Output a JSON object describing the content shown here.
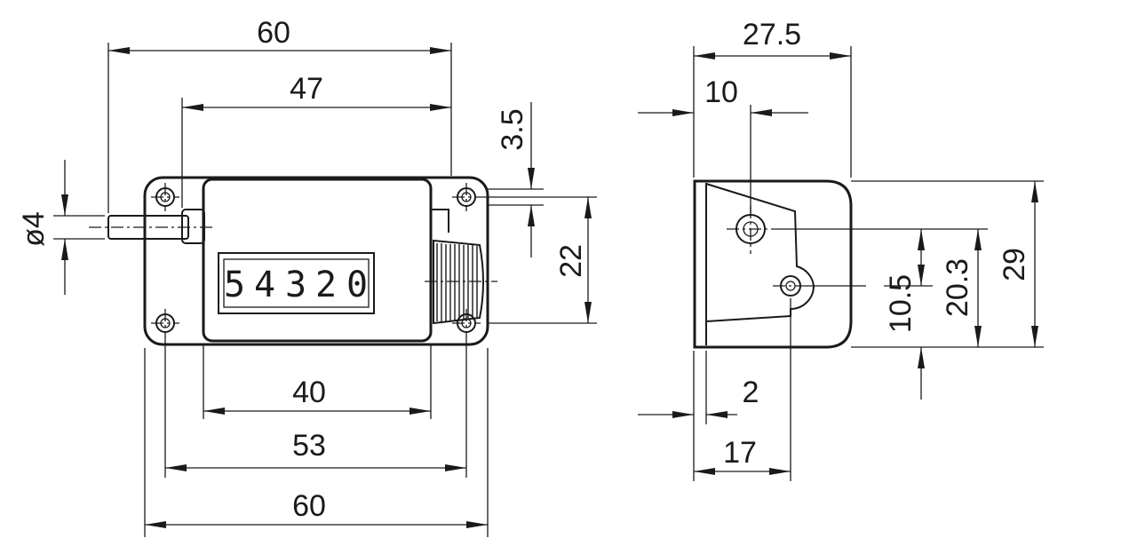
{
  "colors": {
    "line": "#1a1a1a",
    "background": "#ffffff"
  },
  "front_view": {
    "counter_digits": [
      "5",
      "4",
      "3",
      "2",
      "0"
    ],
    "dims": {
      "top_overall": "60",
      "top_inner": "47",
      "bolt": "3.5",
      "shaft_dia": "ø4",
      "height_inner": "22",
      "bottom_body": "40",
      "bottom_holes": "53",
      "bottom_overall": "60"
    }
  },
  "side_view": {
    "dims": {
      "top_overall": "27.5",
      "top_offset": "10",
      "height_overall": "29",
      "height_mid": "20.3",
      "height_low": "10.5",
      "bottom_plate": "2",
      "bottom_overall": "17"
    }
  }
}
